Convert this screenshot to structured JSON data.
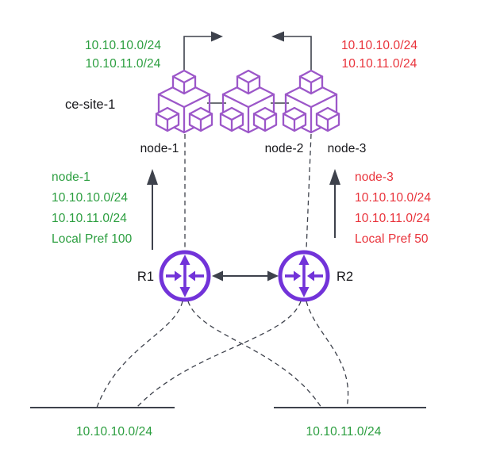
{
  "colors": {
    "green": "#2b9e3f",
    "red": "#e9333b",
    "cube_purple": "#9c57c9",
    "router_purple": "#7233d9",
    "line_gray": "#3e424c",
    "text_black": "#17171b"
  },
  "site": {
    "label": "ce-site-1"
  },
  "nodes": [
    {
      "label": "node-1"
    },
    {
      "label": "node-2"
    },
    {
      "label": "node-3"
    }
  ],
  "top_left_routes": {
    "lines": [
      "10.10.10.0/24",
      "10.10.11.0/24"
    ]
  },
  "top_right_routes": {
    "lines": [
      "10.10.10.0/24",
      "10.10.11.0/24"
    ]
  },
  "left_advertisement": {
    "lines": [
      "node-1",
      "10.10.10.0/24",
      "10.10.11.0/24",
      "Local Pref 100"
    ]
  },
  "right_advertisement": {
    "lines": [
      "node-3",
      "10.10.10.0/24",
      "10.10.11.0/24",
      "Local Pref 50"
    ]
  },
  "routers": [
    {
      "label": "R1"
    },
    {
      "label": "R2"
    }
  ],
  "lan_segments": [
    {
      "label": "10.10.10.0/24"
    },
    {
      "label": "10.10.11.0/24"
    }
  ]
}
